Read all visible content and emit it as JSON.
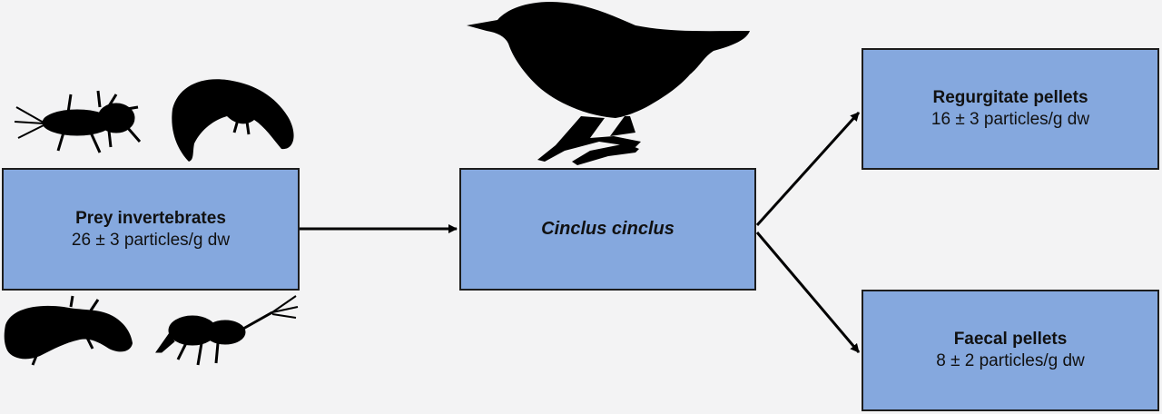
{
  "nodes": {
    "prey": {
      "title": "Prey invertebrates",
      "value": "26 ± 3 particles/g dw"
    },
    "cinclus": {
      "title": "Cinclus cinclus"
    },
    "regurgitate": {
      "title": "Regurgitate pellets",
      "value": "16 ± 3 particles/g dw"
    },
    "faecal": {
      "title": "Faecal pellets",
      "value": "8 ± 2 particles/g dw"
    }
  },
  "colors": {
    "box_fill": "#85a8de",
    "box_border": "#1d1d1d",
    "silhouette": "#000000",
    "background": "#f3f3f4"
  },
  "icons": [
    "bird-silhouette-icon",
    "mayfly-larva-icon",
    "shrimp-larva-icon",
    "caddis-larva-icon",
    "beetle-larva-icon"
  ]
}
